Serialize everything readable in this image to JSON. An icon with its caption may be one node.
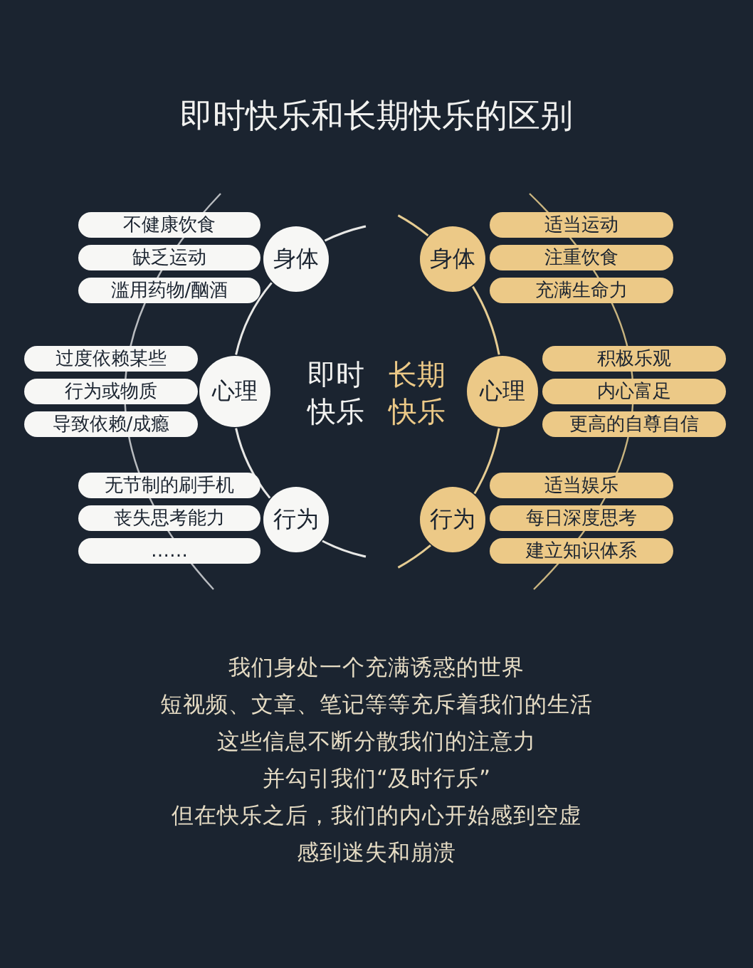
{
  "diagram": {
    "title": "即时快乐和长期快乐的区别",
    "nodes": [
      {
        "text": [
          "身体"
        ]
      },
      {
        "text": [
          "不健康饮食"
        ]
      },
      {
        "text": [
          "缺乏运动"
        ]
      },
      {
        "text": [
          "滥用药物/酗酒"
        ]
      },
      {
        "text": [
          "心理"
        ]
      },
      {
        "text": [
          "过度依赖某些"
        ]
      },
      {
        "text": [
          "行为或物质"
        ]
      },
      {
        "text": [
          "导致依赖/成瘾"
        ]
      },
      {
        "text": [
          "行为"
        ]
      },
      {
        "text": [
          "无节制的刷手机"
        ]
      },
      {
        "text": [
          "丧失思考能力"
        ]
      },
      {
        "text": [
          "……"
        ]
      },
      {
        "text": [
          "身体"
        ]
      },
      {
        "text": [
          "适当运动"
        ]
      },
      {
        "text": [
          "注重饮食"
        ]
      },
      {
        "text": [
          "充满生命力"
        ]
      },
      {
        "text": [
          "心理"
        ]
      },
      {
        "text": [
          "积极乐观"
        ]
      },
      {
        "text": [
          "内心富足"
        ]
      },
      {
        "text": [
          "更高的自尊自信"
        ]
      },
      {
        "text": [
          "行为"
        ]
      },
      {
        "text": [
          "适当娱乐"
        ]
      },
      {
        "text": [
          "每日深度思考"
        ]
      },
      {
        "text": [
          "建立知识体系"
        ]
      }
    ],
    "edges": [
      {
        "from": 0,
        "to": 4,
        "arrow": "none"
      },
      {
        "from": 4,
        "to": 8,
        "arrow": "none"
      },
      {
        "from": 12,
        "to": 16,
        "arrow": "none"
      },
      {
        "from": 16,
        "to": 20,
        "arrow": "none"
      }
    ],
    "labels": [
      "即时快乐",
      "长期快乐",
      "我们身处一个充满诱惑的世界",
      "短视频、文章、笔记等等充斥着我们的生活",
      "这些信息不断分散我们的注意力",
      "并勾引我们“及时行乐”",
      "但在快乐之后，我们的内心开始感到空虚",
      "感到迷失和崩溃"
    ]
  }
}
